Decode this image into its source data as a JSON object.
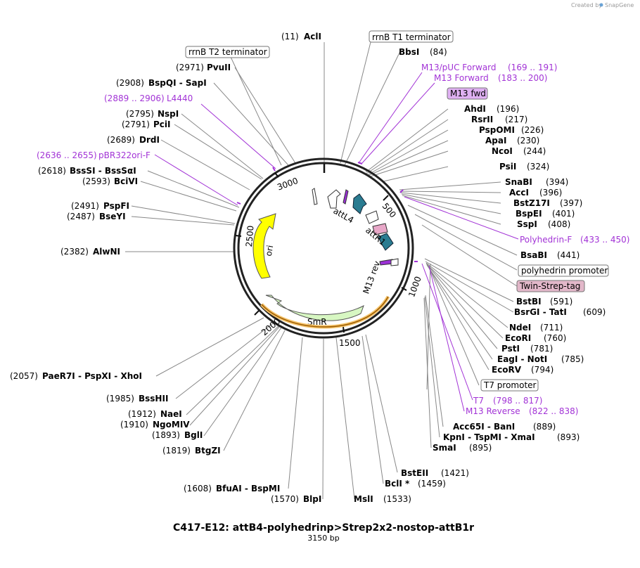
{
  "credit": {
    "prefix": "Created by",
    "brand": "SnapGene"
  },
  "title": "C417-E12: attB4-polyhedrinp>Strep2x2-nostop-attB1r",
  "subtitle": "3150 bp",
  "ticks": [
    "500",
    "1000",
    "1500",
    "2000",
    "2500",
    "3000"
  ],
  "features": {
    "attL4": "attL4",
    "attR1": "attR1",
    "m13rev": "M13 rev",
    "ori": "ori",
    "smr": "SmR"
  },
  "enzymes_right": [
    {
      "name": "BbsI",
      "pos": "(84)"
    },
    {
      "name": "AhdI",
      "pos": "(196)"
    },
    {
      "name": "RsrII",
      "pos": "(217)"
    },
    {
      "name": "PspOMI",
      "pos": "(226)"
    },
    {
      "name": "ApaI",
      "pos": "(230)"
    },
    {
      "name": "NcoI",
      "pos": "(244)"
    },
    {
      "name": "PsiI",
      "pos": "(324)"
    },
    {
      "name": "SnaBI",
      "pos": "(394)"
    },
    {
      "name": "AccI",
      "pos": "(396)"
    },
    {
      "name": "BstZ17I",
      "pos": "(397)"
    },
    {
      "name": "BspEI",
      "pos": "(401)"
    },
    {
      "name": "SspI",
      "pos": "(408)"
    },
    {
      "name": "BsaBI",
      "pos": "(441)"
    },
    {
      "name": "BstBI",
      "pos": "(591)"
    },
    {
      "name": "BsrGI - TatI",
      "pos": "(609)"
    },
    {
      "name": "NdeI",
      "pos": "(711)"
    },
    {
      "name": "EcoRI",
      "pos": "(760)"
    },
    {
      "name": "PstI",
      "pos": "(781)"
    },
    {
      "name": "EagI - NotI",
      "pos": "(785)"
    },
    {
      "name": "EcoRV",
      "pos": "(794)"
    },
    {
      "name": "Acc65I - BanI",
      "pos": "(889)"
    },
    {
      "name": "KpnI - TspMI - XmaI",
      "pos": "(893)"
    },
    {
      "name": "SmaI",
      "pos": "(895)"
    },
    {
      "name": "BstEII",
      "pos": "(1421)"
    },
    {
      "name": "BclI *",
      "pos": "(1459)"
    },
    {
      "name": "MslI",
      "pos": "(1533)"
    }
  ],
  "enzymes_left": [
    {
      "name": "AclI",
      "pos": "(11)"
    },
    {
      "name": "PvuII",
      "pos": "(2971)"
    },
    {
      "name": "BspQI - SapI",
      "pos": "(2908)"
    },
    {
      "name": "NspI",
      "pos": "(2795)"
    },
    {
      "name": "PciI",
      "pos": "(2791)"
    },
    {
      "name": "DrdI",
      "pos": "(2689)"
    },
    {
      "name": "BssSI - BssSαI",
      "pos": "(2618)"
    },
    {
      "name": "BciVI",
      "pos": "(2593)"
    },
    {
      "name": "PspFI",
      "pos": "(2491)"
    },
    {
      "name": "BseYI",
      "pos": "(2487)"
    },
    {
      "name": "AlwNI",
      "pos": "(2382)"
    },
    {
      "name": "PaeR7I - PspXI - XhoI",
      "pos": "(2057)"
    },
    {
      "name": "BssHII",
      "pos": "(1985)"
    },
    {
      "name": "NaeI",
      "pos": "(1912)"
    },
    {
      "name": "NgoMIV",
      "pos": "(1910)"
    },
    {
      "name": "BglI",
      "pos": "(1893)"
    },
    {
      "name": "BtgZI",
      "pos": "(1819)"
    },
    {
      "name": "BfuAI - BspMI",
      "pos": "(1608)"
    },
    {
      "name": "BlpI",
      "pos": "(1570)"
    }
  ],
  "primers": [
    {
      "name": "M13/pUC Forward",
      "range": "(169 .. 191)"
    },
    {
      "name": "M13 Forward",
      "range": "(183 .. 200)"
    },
    {
      "name": "Polyhedrin-F",
      "range": "(433 .. 450)"
    },
    {
      "name": "T7",
      "range": "(798 .. 817)"
    },
    {
      "name": "M13 Reverse",
      "range": "(822 .. 838)"
    },
    {
      "name": "L4440",
      "range": "(2889 .. 2906)"
    },
    {
      "name": "pBR322ori-F",
      "range": "(2636 .. 2655)"
    }
  ],
  "boxes": {
    "rrnb_t1": "rrnB T1 terminator",
    "rrnb_t2": "rrnB T2 terminator",
    "m13fwd": "M13 fwd",
    "polyhedrin_promoter": "polyhedrin promoter",
    "twin_strep": "Twin-Strep-tag",
    "t7_promoter": "T7 promoter"
  }
}
